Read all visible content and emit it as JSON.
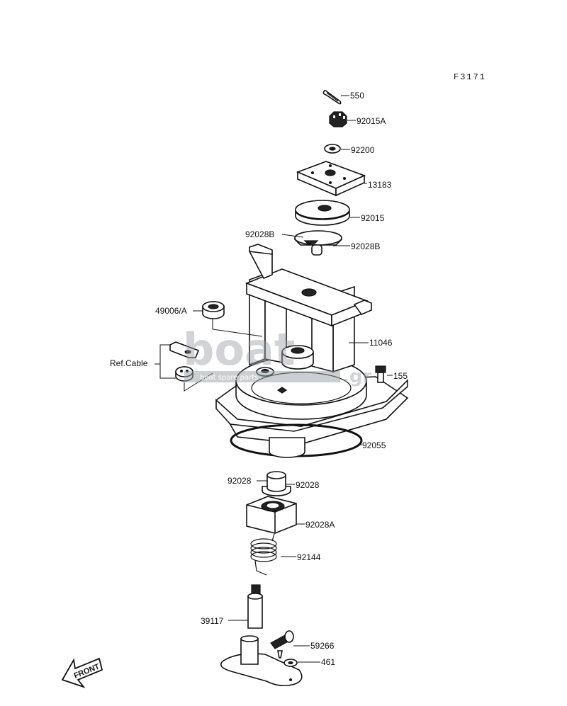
{
  "figure_code": "F3171",
  "front_marker": "FRONT",
  "watermark": {
    "main": "boat",
    "suffix": ".gr",
    "sub": "boat spare parts"
  },
  "callouts": {
    "p550": "550",
    "p92015A": "92015A",
    "p92200": "92200",
    "p13183": "13183",
    "p92015": "92015",
    "p92028B_left": "92028B",
    "p92028B_right": "92028B",
    "p49006": "49006/A",
    "ref_cable": "Ref.Cable",
    "p11046": "11046",
    "p155": "155",
    "p92055": "92055",
    "p92028_left": "92028",
    "p92028_right": "92028",
    "p92028A": "92028A",
    "p92144": "92144",
    "p39117": "39117",
    "p59266": "59266",
    "p461": "461"
  }
}
